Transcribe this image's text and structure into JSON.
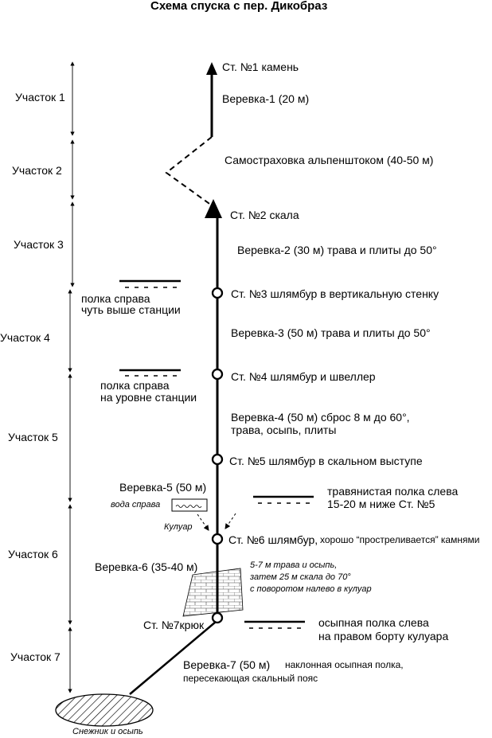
{
  "title": "Схема спуска с пер. Дикобраз",
  "sections": [
    "Участок 1",
    "Участок 2",
    "Участок 3",
    "Участок 4",
    "Участок 5",
    "Участок 6",
    "Участок 7"
  ],
  "stations": [
    "Ст. №1 камень",
    "Ст. №2 скала",
    "Ст. №3 шлямбур в вертикальную стенку",
    "Ст. №4 шлямбур и швеллер",
    "Ст. №5 шлямбур в скальном выступе",
    "Ст. №6 шлямбур,",
    "Ст. №7крюк"
  ],
  "st6_note": "хорошо “простреливается” камнями",
  "ropes": {
    "r1": "Веревка-1 (20 м)",
    "self_belay": "Самостраховка альпенштоком (40-50 м)",
    "r2": "Веревка-2 (30 м) трава и плиты до 50°",
    "r3": "Веревка-3 (50 м) трава и плиты до 50°",
    "r4_line1": "Веревка-4 (50 м) сброс 8 м до 60°,",
    "r4_line2": "трава, осыпь, плиты",
    "r5": "Веревка-5 (50 м)",
    "r6": "Веревка-6 (35-40 м)",
    "r7": "Веревка-7 (50 м)",
    "r7_desc_line1": "наклонная осыпная полка,",
    "r7_desc_line2": "пересекающая скальный пояс"
  },
  "shelves": {
    "s3_line1": "полка справа",
    "s3_line2": "чуть выше станции",
    "s4_line1": "полка справа",
    "s4_line2": "на уровне станции",
    "s5_line1": "травянистая полка слева",
    "s5_line2": "15-20 м ниже Ст. №5",
    "s7_line1": "осыпная полка слева",
    "s7_line2": "на правом борту кулуара"
  },
  "notes": {
    "water": "вода справа",
    "couloir": "Кулуар",
    "r6_line1": "5-7 м трава и осыпь,",
    "r6_line2": "затем 25 м скала до 70°",
    "r6_line3": "с поворотом налево в кулуар",
    "snow": "Снежник и осыпь"
  }
}
